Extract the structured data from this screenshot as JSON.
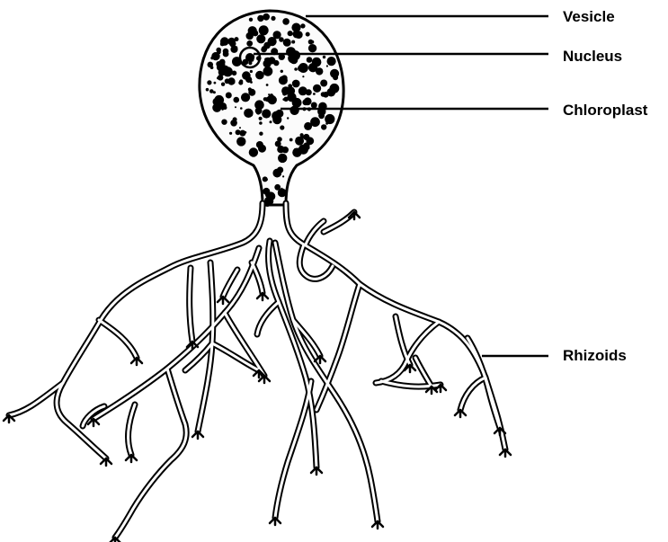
{
  "figure": {
    "labels": {
      "vesicle": "Vesicle",
      "nucleus": "Nucleus",
      "chloroplast": "Chloroplast",
      "rhizoids": "Rhizoids"
    }
  }
}
